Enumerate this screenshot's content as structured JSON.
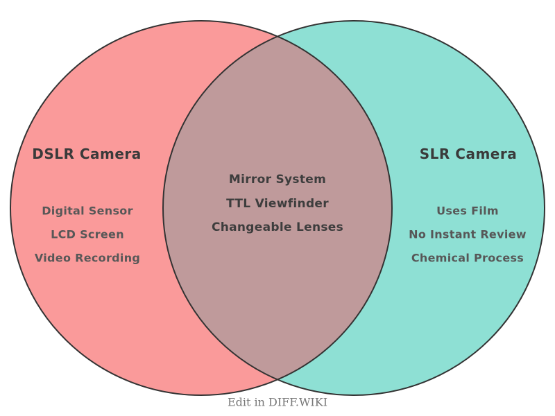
{
  "venn": {
    "caption": "Edit in DIFF.WIKI",
    "outline_color": "#333333",
    "left": {
      "title": "DSLR Camera",
      "items": [
        "Digital Sensor",
        "LCD Screen",
        "Video Recording"
      ],
      "fill": "#FA9A9A"
    },
    "right": {
      "title": "SLR Camera",
      "items": [
        "Uses Film",
        "No Instant Review",
        "Chemical Process"
      ],
      "fill": "#8EE0D4"
    },
    "intersection": {
      "items": [
        "Mirror System",
        "TTL Viewfinder",
        "Changeable Lenses"
      ],
      "fill": "#BF9A9B"
    },
    "text": {
      "title_color": "#3a3a3a",
      "item_color": "#575757",
      "center_color": "#3d3d3d",
      "caption_color": "#777777"
    }
  }
}
